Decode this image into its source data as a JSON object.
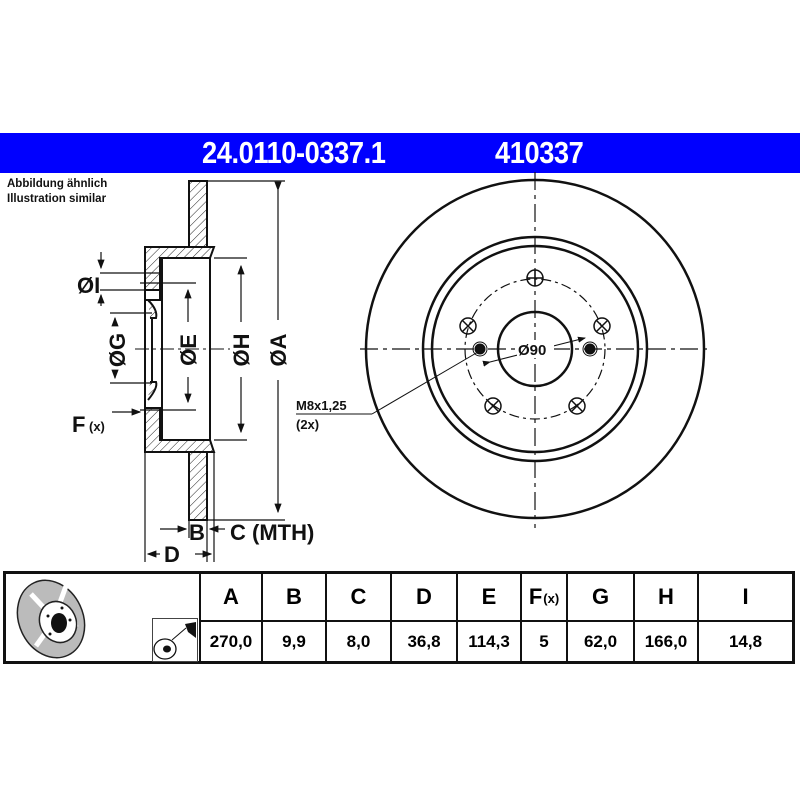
{
  "header": {
    "part_number": "24.0110-0337.1",
    "short_number": "410337",
    "bar_color": "#0000ff"
  },
  "note": {
    "line1": "Abbildung ähnlich",
    "line2": "Illustration similar"
  },
  "section_view": {
    "labels": {
      "I": "ØI",
      "G": "ØG",
      "E": "ØE",
      "H": "ØH",
      "A": "ØA",
      "F": "F",
      "F_sub": "(x)",
      "B": "B",
      "C": "C (MTH)",
      "D": "D"
    }
  },
  "front_view": {
    "center_bore": "Ø90",
    "thread_label": "M8x1,25",
    "thread_count": "(2x)"
  },
  "spec_table": {
    "columns": [
      {
        "key": "A",
        "label": "A",
        "value": "270,0"
      },
      {
        "key": "B",
        "label": "B",
        "value": "9,9"
      },
      {
        "key": "C",
        "label": "C",
        "value": "8,0"
      },
      {
        "key": "D",
        "label": "D",
        "value": "36,8"
      },
      {
        "key": "E",
        "label": "E",
        "value": "114,3"
      },
      {
        "key": "F",
        "label": "F",
        "label_sub": "(x)",
        "value": "5"
      },
      {
        "key": "G",
        "label": "G",
        "value": "62,0"
      },
      {
        "key": "H",
        "label": "H",
        "value": "166,0"
      },
      {
        "key": "I",
        "label": "I",
        "value": "14,8"
      }
    ]
  },
  "icons": {
    "disc_thumbnail": "brake-disc-icon",
    "coating_badge": "spray-coating-icon"
  }
}
